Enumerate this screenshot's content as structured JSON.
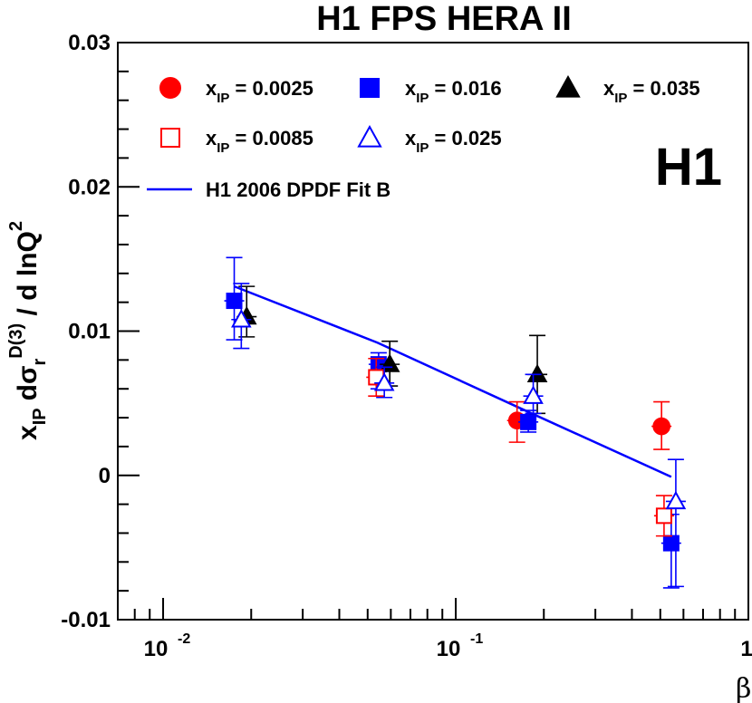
{
  "chart_data": {
    "type": "scatter",
    "title": "H1 FPS HERA II",
    "logo": "H1",
    "xlabel": "β",
    "ylabel": {
      "prefix": "x",
      "prefix_sub": "IP",
      "d_sigma": "dσ",
      "sigma_sub": "r",
      "sigma_sup": "D(3)",
      "rest": " / d lnQ",
      "q_sup": "2"
    },
    "x_scale": "log",
    "xlim": [
      0.007,
      1.0
    ],
    "ylim": [
      -0.01,
      0.03
    ],
    "x_ticks": [
      {
        "base": "10",
        "exp": "-2"
      },
      {
        "base": "10",
        "exp": "-1"
      },
      {
        "base": "1",
        "exp": ""
      }
    ],
    "y_ticks": [
      "-0.01",
      "0",
      "0.01",
      "0.02",
      "0.03"
    ],
    "series": [
      {
        "name": "x_IP = 0.0025",
        "label_main": "x",
        "label_sub": "IP",
        "label_rest": " = 0.0025",
        "marker": "circle",
        "filled": true,
        "color": "#ff0000",
        "points": [
          {
            "x": 0.162,
            "y": 0.0038,
            "ylo": 0.0023,
            "yhi": 0.0051
          },
          {
            "x": 0.505,
            "y": 0.0034,
            "ylo": 0.0018,
            "yhi": 0.0051
          }
        ]
      },
      {
        "name": "x_IP = 0.016",
        "label_main": "x",
        "label_sub": "IP",
        "label_rest": " = 0.016",
        "marker": "square",
        "filled": true,
        "color": "#0000ff",
        "points": [
          {
            "x": 0.0175,
            "y": 0.0121,
            "ylo": 0.0094,
            "yhi": 0.0151
          },
          {
            "x": 0.0545,
            "y": 0.0077,
            "ylo": 0.006,
            "yhi": 0.0085
          },
          {
            "x": 0.177,
            "y": 0.0037,
            "ylo": 0.003,
            "yhi": 0.0045
          },
          {
            "x": 0.545,
            "y": -0.0047,
            "ylo": -0.0078,
            "yhi": -0.0027
          }
        ]
      },
      {
        "name": "x_IP = 0.035",
        "label_main": "x",
        "label_sub": "IP",
        "label_rest": " = 0.035",
        "marker": "triangle",
        "filled": true,
        "color": "#000000",
        "points": [
          {
            "x": 0.0193,
            "y": 0.011,
            "ylo": 0.0096,
            "yhi": 0.0131
          },
          {
            "x": 0.0595,
            "y": 0.0077,
            "ylo": 0.0062,
            "yhi": 0.0093
          },
          {
            "x": 0.19,
            "y": 0.007,
            "ylo": 0.0043,
            "yhi": 0.0097
          }
        ]
      },
      {
        "name": "x_IP = 0.0085",
        "label_main": "x",
        "label_sub": "IP",
        "label_rest": " = 0.0085",
        "marker": "square",
        "filled": false,
        "color": "#ff0000",
        "points": [
          {
            "x": 0.0535,
            "y": 0.0068,
            "ylo": 0.0055,
            "yhi": 0.0081
          },
          {
            "x": 0.515,
            "y": -0.0028,
            "ylo": -0.0042,
            "yhi": -0.0014
          }
        ]
      },
      {
        "name": "x_IP = 0.025",
        "label_main": "x",
        "label_sub": "IP",
        "label_rest": " = 0.025",
        "marker": "triangle",
        "filled": false,
        "color": "#0000ff",
        "points": [
          {
            "x": 0.0185,
            "y": 0.0108,
            "ylo": 0.0088,
            "yhi": 0.0133
          },
          {
            "x": 0.057,
            "y": 0.0064,
            "ylo": 0.0054,
            "yhi": 0.0075
          },
          {
            "x": 0.184,
            "y": 0.0055,
            "ylo": 0.0043,
            "yhi": 0.007
          },
          {
            "x": 0.565,
            "y": -0.0018,
            "ylo": -0.0077,
            "yhi": 0.0011
          }
        ]
      }
    ],
    "fit": {
      "name": "H1 2006 DPDF Fit B",
      "color": "#0000ff",
      "points": [
        {
          "x": 0.0175,
          "y": 0.0131
        },
        {
          "x": 0.054,
          "y": 0.0092
        },
        {
          "x": 0.177,
          "y": 0.0044
        },
        {
          "x": 0.545,
          "y": -0.0001
        }
      ]
    },
    "grid": false,
    "legend_position": "top"
  }
}
